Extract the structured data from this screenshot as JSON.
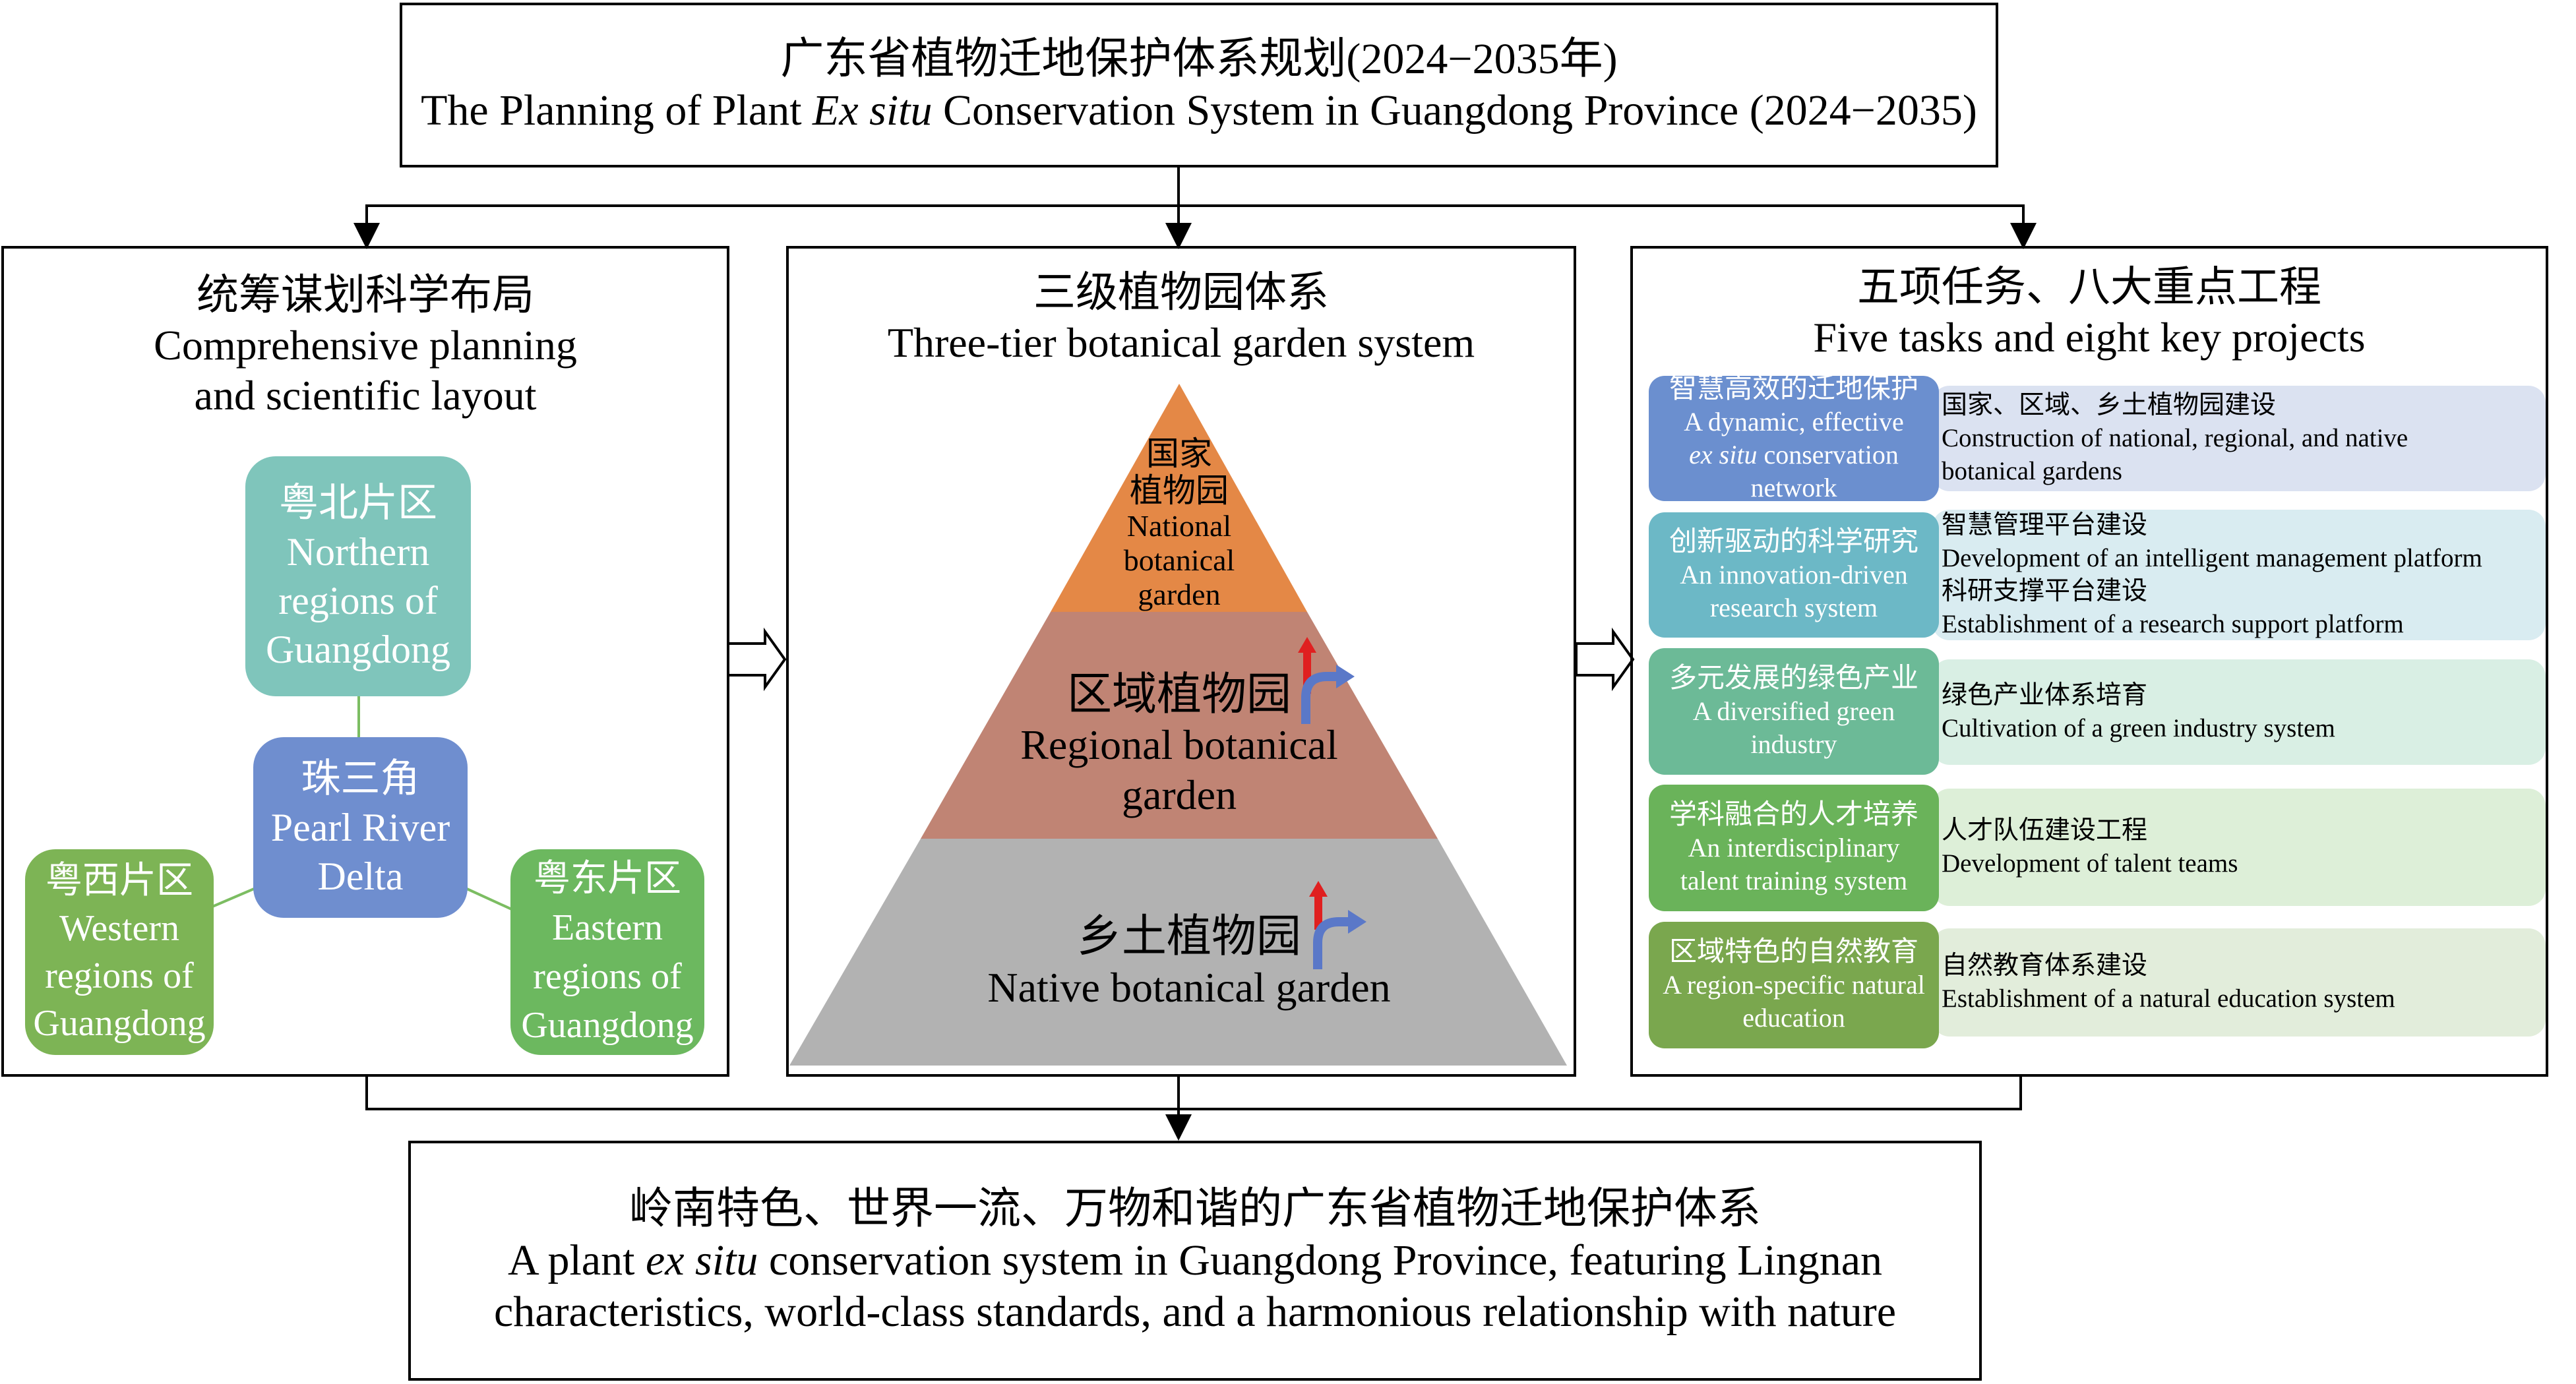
{
  "top": {
    "title_cn": "广东省植物迁地保护体系规划(2024−2035年)",
    "title_en_pre": "The Planning of Plant ",
    "title_en_em": "Ex situ",
    "title_en_post": " Conservation System in Guangdong Province (2024−2035)"
  },
  "left": {
    "title_cn": "统筹谋划科学布局",
    "title_en_1": "Comprehensive planning",
    "title_en_2": "and scientific layout",
    "north": {
      "cn": "粤北片区",
      "en_1": "Northern",
      "en_2": "regions of",
      "en_3": "Guangdong"
    },
    "center": {
      "cn": "珠三角",
      "en_1": "Pearl River",
      "en_2": "Delta"
    },
    "west": {
      "cn": "粤西片区",
      "en_1": "Western",
      "en_2": "regions of",
      "en_3": "Guangdong"
    },
    "east": {
      "cn": "粤东片区",
      "en_1": "Eastern",
      "en_2": "regions of",
      "en_3": "Guangdong"
    }
  },
  "middle": {
    "title_cn": "三级植物园体系",
    "title_en": "Three-tier botanical garden system",
    "national": {
      "cn_1": "国家",
      "cn_2": "植物园",
      "en_1": "National",
      "en_2": "botanical",
      "en_3": "garden"
    },
    "regional": {
      "cn": "区域植物园",
      "en_1": "Regional botanical",
      "en_2": "garden"
    },
    "native": {
      "cn": "乡土植物园",
      "en": "Native botanical garden"
    }
  },
  "right": {
    "title_cn": "五项任务、八大重点工程",
    "title_en": "Five tasks and eight key projects",
    "tasks": [
      {
        "cn": "智慧高效的迁地保护",
        "en_1": "A dynamic, effective",
        "en_2_em": "ex situ",
        "en_2_post": " conservation",
        "en_3": "network"
      },
      {
        "cn": "创新驱动的科学研究",
        "en_1": "An innovation-driven",
        "en_2": "research system"
      },
      {
        "cn": "多元发展的绿色产业",
        "en_1": "A diversified green",
        "en_2": "industry"
      },
      {
        "cn": "学科融合的人才培养",
        "en_1": "An interdisciplinary",
        "en_2": "talent training system"
      },
      {
        "cn": "区域特色的自然教育",
        "en_1": "A region-specific natural",
        "en_2": "education"
      }
    ],
    "projects": [
      {
        "l1": "国家、区域、乡土植物园建设",
        "l2": "Construction of national, regional, and native",
        "l3": "botanical gardens"
      },
      {
        "l1": "智慧管理平台建设",
        "l2": "Development of an intelligent management platform",
        "l3": "科研支撑平台建设",
        "l4": "Establishment of a research support platform"
      },
      {
        "l1": "绿色产业体系培育",
        "l2": "Cultivation of a green industry system"
      },
      {
        "l1": "人才队伍建设工程",
        "l2": "Development of talent teams"
      },
      {
        "l1": "自然教育体系建设",
        "l2": "Establishment of a natural education system"
      }
    ]
  },
  "bottom": {
    "cn": "岭南特色、世界一流、万物和谐的广东省植物迁地保护体系",
    "en_1_pre": "A plant ",
    "en_1_em": "ex situ",
    "en_1_post": " conservation system in Guangdong Province, featuring Lingnan",
    "en_2": "characteristics, world-class standards, and a harmonious relationship with nature"
  },
  "colors": {
    "north": "#7fc5bb",
    "center": "#6f8ecf",
    "west": "#7db455",
    "east": "#6cb85f",
    "national": "#e48846",
    "regional": "#c08474",
    "native": "#b2b2b2",
    "task_1": "#6b8fcf",
    "task_2": "#6cb8c6",
    "task_3": "#6cba97",
    "task_4": "#6ab35a",
    "task_5": "#7aa74e",
    "proj_1": "#dbe2f1",
    "proj_2": "#d9ecf1",
    "proj_3": "#d9efe4",
    "proj_4": "#ddefd8",
    "proj_5": "#e2eddb"
  }
}
